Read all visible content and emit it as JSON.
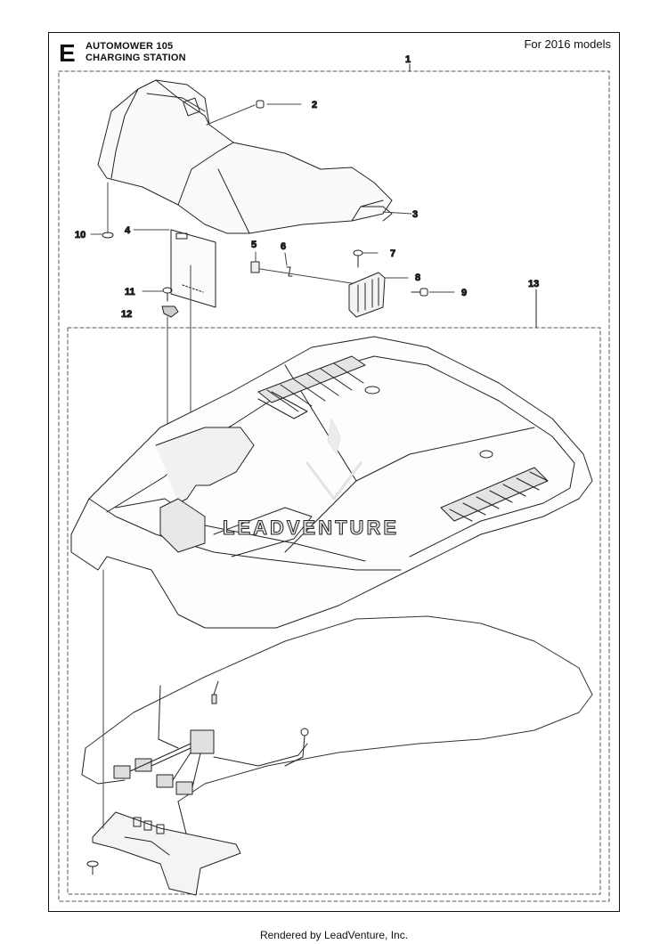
{
  "header": {
    "section_letter": "E",
    "title_line1": "AUTOMOWER 105",
    "title_line2": "CHARGING STATION",
    "model_note": "For 2016 models"
  },
  "callouts": [
    "1",
    "2",
    "3",
    "4",
    "5",
    "6",
    "7",
    "8",
    "9",
    "10",
    "11",
    "12",
    "13"
  ],
  "watermark": "LEADVENTURE",
  "footer": "Rendered by LeadVenture, Inc."
}
